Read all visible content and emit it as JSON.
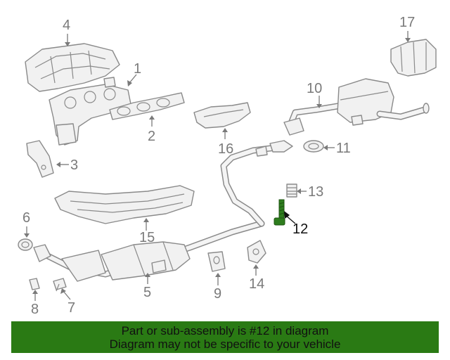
{
  "diagram": {
    "callouts": [
      {
        "id": "1",
        "label": "1"
      },
      {
        "id": "2",
        "label": "2"
      },
      {
        "id": "3",
        "label": "3"
      },
      {
        "id": "4",
        "label": "4"
      },
      {
        "id": "5",
        "label": "5"
      },
      {
        "id": "6",
        "label": "6"
      },
      {
        "id": "7",
        "label": "7"
      },
      {
        "id": "8",
        "label": "8"
      },
      {
        "id": "9",
        "label": "9"
      },
      {
        "id": "10",
        "label": "10"
      },
      {
        "id": "11",
        "label": "11"
      },
      {
        "id": "12",
        "label": "12"
      },
      {
        "id": "13",
        "label": "13"
      },
      {
        "id": "14",
        "label": "14"
      },
      {
        "id": "15",
        "label": "15"
      },
      {
        "id": "16",
        "label": "16"
      },
      {
        "id": "17",
        "label": "17"
      }
    ],
    "highlighted_part": "12",
    "highlight_color": "#2e7d1e"
  },
  "banner": {
    "line1": "Part or sub-assembly is #12 in diagram",
    "line2": "Diagram may not be specific to your vehicle",
    "background": "#2a7a14",
    "text_color": "#111111"
  }
}
